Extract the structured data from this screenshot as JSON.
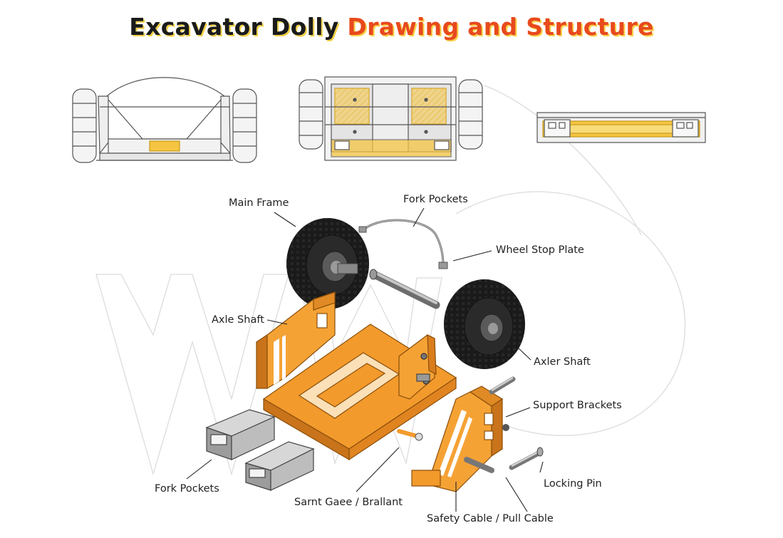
{
  "title": {
    "part1": "Excavator Dolly",
    "part2": "Drawing and Structure"
  },
  "colors": {
    "accent": "#e8491d",
    "frame_orange": "#f0952a",
    "highlight_yellow": "#f5c542",
    "tire": "#1b1b1b",
    "steel": "#a7a9ab"
  },
  "views": [
    {
      "name": "front-view"
    },
    {
      "name": "top-view"
    },
    {
      "name": "side-view"
    }
  ],
  "labels": {
    "main_frame": "Main Frame",
    "fork_pockets_top": "Fork Pockets",
    "wheel_stop_plate": "Wheel Stop Plate",
    "axle_shaft": "Axle Shaft",
    "axler_shaft": "Axler Shaft",
    "support_brackets": "Support Brackets",
    "locking_pin": "Locking Pin",
    "fork_pockets_bottom": "Fork Pockets",
    "sarnt_gaee": "Sarnt Gaee / Brallant",
    "safety_cable": "Safety  Cable / Pull Cable"
  }
}
